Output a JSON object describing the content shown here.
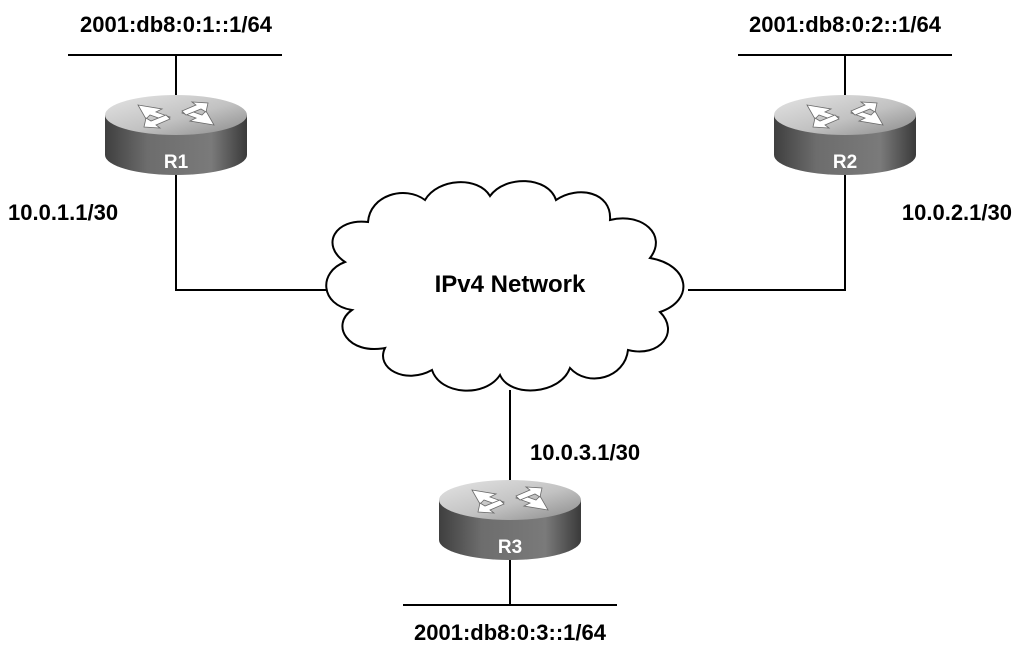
{
  "network": {
    "label": "IPv4 Network"
  },
  "routers": [
    {
      "name": "R1",
      "lan": "2001:db8:0:1::1/64",
      "wan": "10.0.1.1/30"
    },
    {
      "name": "R2",
      "lan": "2001:db8:0:2::1/64",
      "wan": "10.0.2.1/30"
    },
    {
      "name": "R3",
      "lan": "2001:db8:0:3::1/64",
      "wan": "10.0.3.1/30"
    }
  ],
  "colors": {
    "router_top": "#c8c8c8",
    "router_side": "#5a5a5a",
    "line": "#000000",
    "cloud_stroke": "#000000",
    "cloud_fill": "#ffffff"
  }
}
